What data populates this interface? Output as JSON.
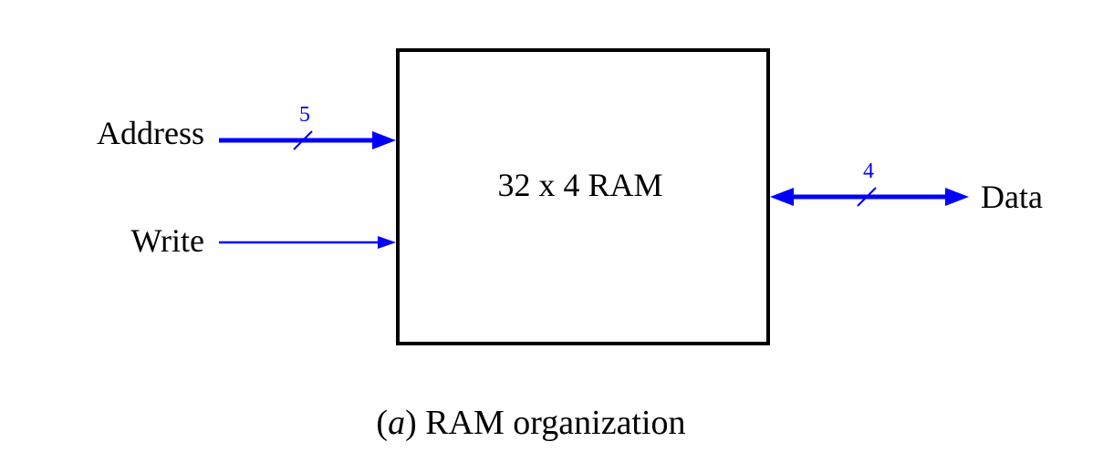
{
  "block": {
    "label": "32 x 4 RAM"
  },
  "ports": {
    "address": {
      "label": "Address",
      "bus_width": "5"
    },
    "write": {
      "label": "Write"
    },
    "data": {
      "label": "Data",
      "bus_width": "4"
    }
  },
  "caption": {
    "prefix_open": "(",
    "italic": "a",
    "suffix": ") RAM organization"
  },
  "colors": {
    "wire": "#0000ff",
    "block_border": "#000000",
    "text": "#000000"
  }
}
